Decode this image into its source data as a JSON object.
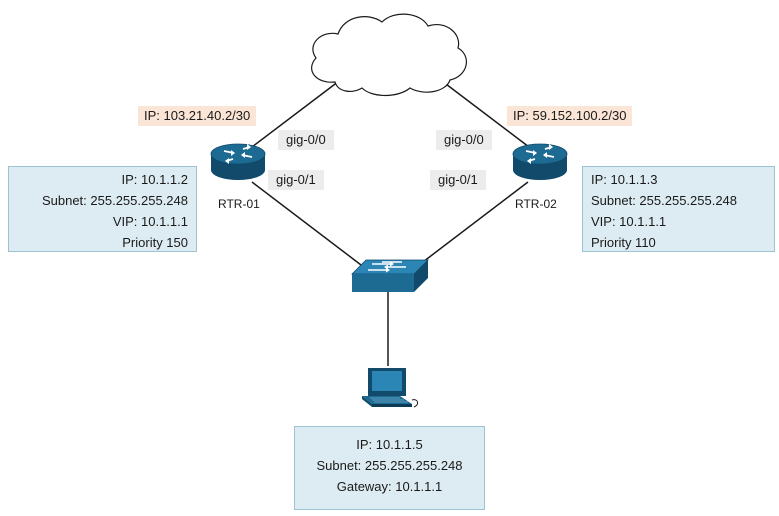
{
  "colors": {
    "device": "#1d6a93",
    "device_dark": "#114a6b",
    "ip_tag_bg": "#fbe5d6",
    "interface_tag_bg": "#ececec",
    "info_box_bg": "#dcecf2",
    "info_box_border": "#9cc3d1"
  },
  "icons": {
    "cloud": "cloud-icon",
    "router": "router-icon",
    "switch": "switch-icon",
    "computer": "computer-icon"
  },
  "rtr01": {
    "name": "RTR-01",
    "wan_ip": "IP: 103.21.40.2/30",
    "wan_if": "gig-0/0",
    "lan_if": "gig-0/1",
    "info": {
      "ip": "IP: 10.1.1.2",
      "subnet": "Subnet: 255.255.255.248",
      "vip": "VIP: 10.1.1.1",
      "priority": "Priority 150"
    }
  },
  "rtr02": {
    "name": "RTR-02",
    "wan_ip": "IP: 59.152.100.2/30",
    "wan_if": "gig-0/0",
    "lan_if": "gig-0/1",
    "info": {
      "ip": "IP: 10.1.1.3",
      "subnet": "Subnet: 255.255.255.248",
      "vip": "VIP: 10.1.1.1",
      "priority": "Priority 110"
    }
  },
  "host": {
    "info": {
      "ip": "IP: 10.1.1.5",
      "subnet": "Subnet: 255.255.255.248",
      "gateway": "Gateway: 10.1.1.1"
    }
  }
}
